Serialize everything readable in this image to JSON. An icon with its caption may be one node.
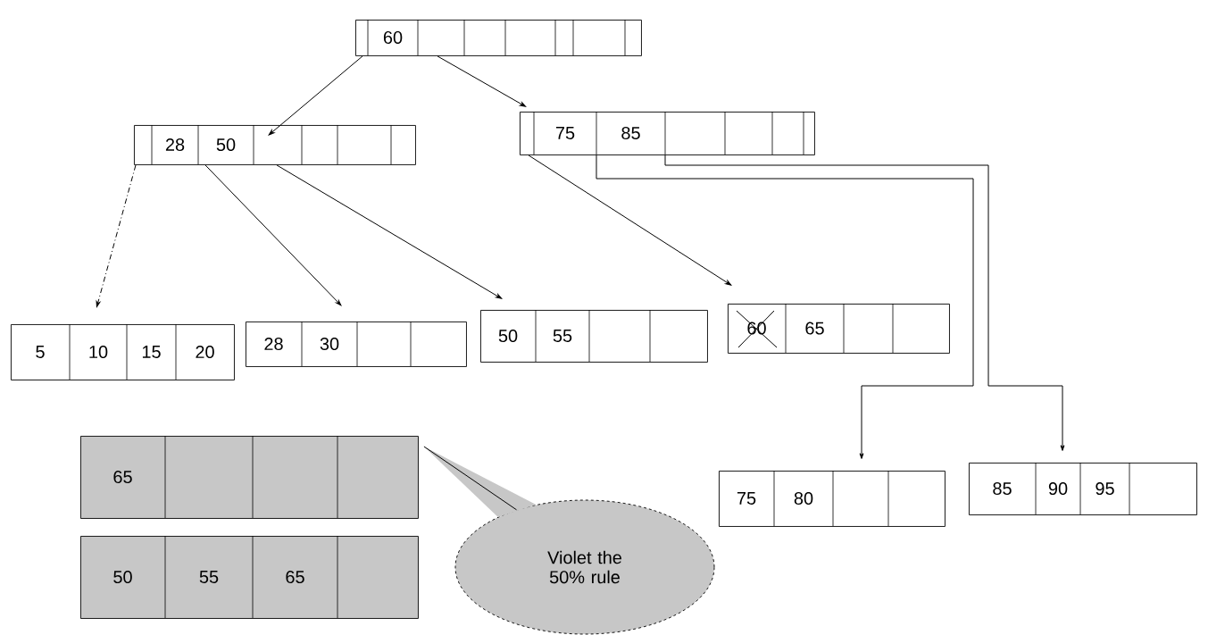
{
  "diagram": {
    "nodes": [
      {
        "text": [
          "60"
        ]
      },
      {
        "text": [
          "28",
          "50"
        ]
      },
      {
        "text": [
          "75",
          "85"
        ]
      },
      {
        "text": [
          "5",
          "10",
          "15",
          "20"
        ]
      },
      {
        "text": [
          "28",
          "30"
        ]
      },
      {
        "text": [
          "50",
          "55"
        ]
      },
      {
        "text": [
          "60",
          "65"
        ]
      },
      {
        "text": [
          "75",
          "80"
        ]
      },
      {
        "text": [
          "85",
          "90",
          "95"
        ]
      },
      {
        "text": [
          "65"
        ]
      },
      {
        "text": [
          "50",
          "55",
          "65"
        ]
      },
      {
        "text": [
          "Violet the 50% rule"
        ]
      }
    ],
    "edges": [
      {
        "from": 0,
        "to": 1,
        "arrow": "to"
      },
      {
        "from": 0,
        "to": 2,
        "arrow": "to"
      },
      {
        "from": 1,
        "to": 3,
        "arrow": "to",
        "style": "dashed"
      },
      {
        "from": 1,
        "to": 4,
        "arrow": "to"
      },
      {
        "from": 1,
        "to": 5,
        "arrow": "to"
      },
      {
        "from": 2,
        "to": 6,
        "arrow": "to"
      },
      {
        "from": 2,
        "to": 7,
        "arrow": "to"
      },
      {
        "from": 2,
        "to": 8,
        "arrow": "to"
      },
      {
        "from": 11,
        "to": 9,
        "arrow": "none"
      }
    ]
  }
}
